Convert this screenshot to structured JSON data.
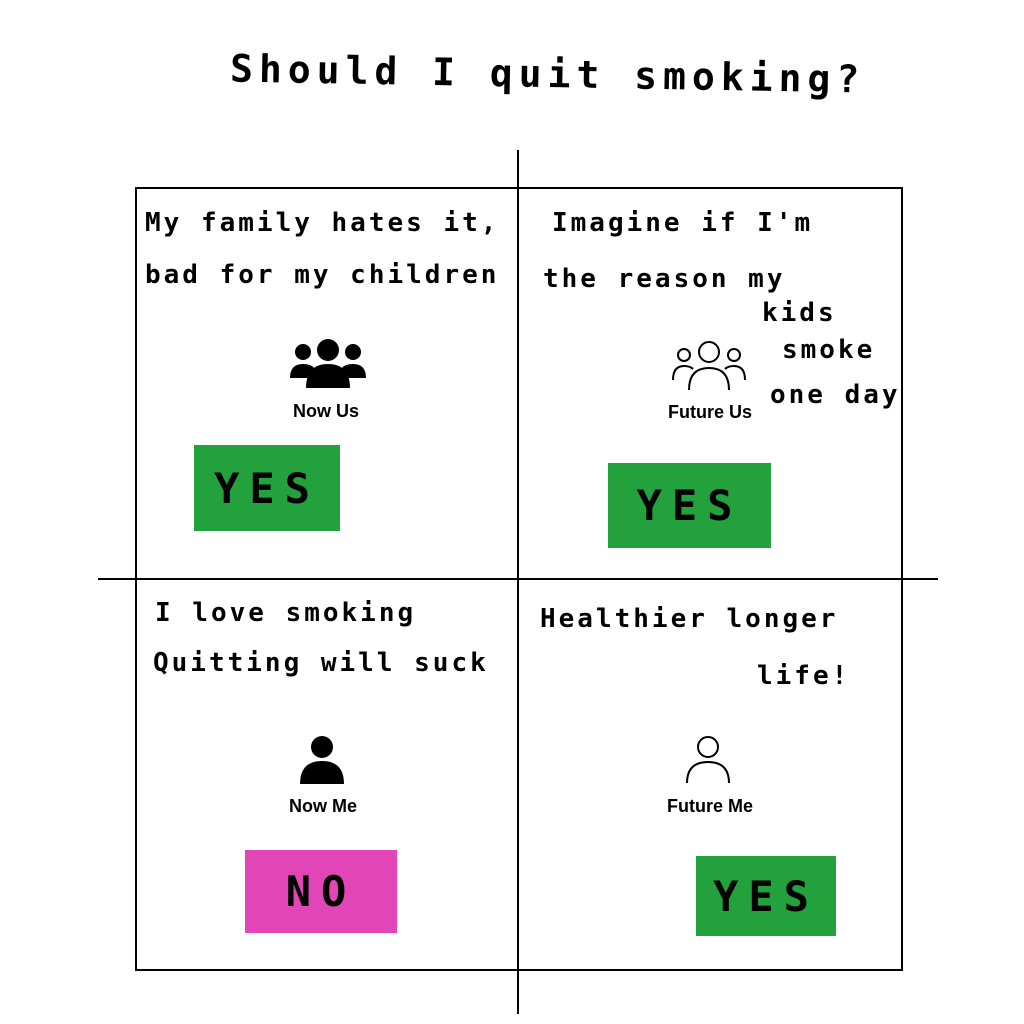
{
  "title": "Should I quit smoking?",
  "quadrants": {
    "now_us": {
      "note_lines": [
        "My family hates it,",
        "bad for my children"
      ],
      "label": "Now Us",
      "icon": "group-solid-icon",
      "answer": "YES",
      "answer_color": "#23a13d"
    },
    "future_us": {
      "note_lines": [
        "Imagine if I'm",
        "the reason my",
        "kids",
        "smoke",
        "one day"
      ],
      "label": "Future Us",
      "icon": "group-outline-icon",
      "answer": "YES",
      "answer_color": "#23a13d"
    },
    "now_me": {
      "note_lines": [
        "I love smoking",
        "Quitting will suck"
      ],
      "label": "Now Me",
      "icon": "person-solid-icon",
      "answer": "NO",
      "answer_color": "#e245b6"
    },
    "future_me": {
      "note_lines": [
        "Healthier longer",
        "life!"
      ],
      "label": "Future Me",
      "icon": "person-outline-icon",
      "answer": "YES",
      "answer_color": "#23a13d"
    }
  }
}
